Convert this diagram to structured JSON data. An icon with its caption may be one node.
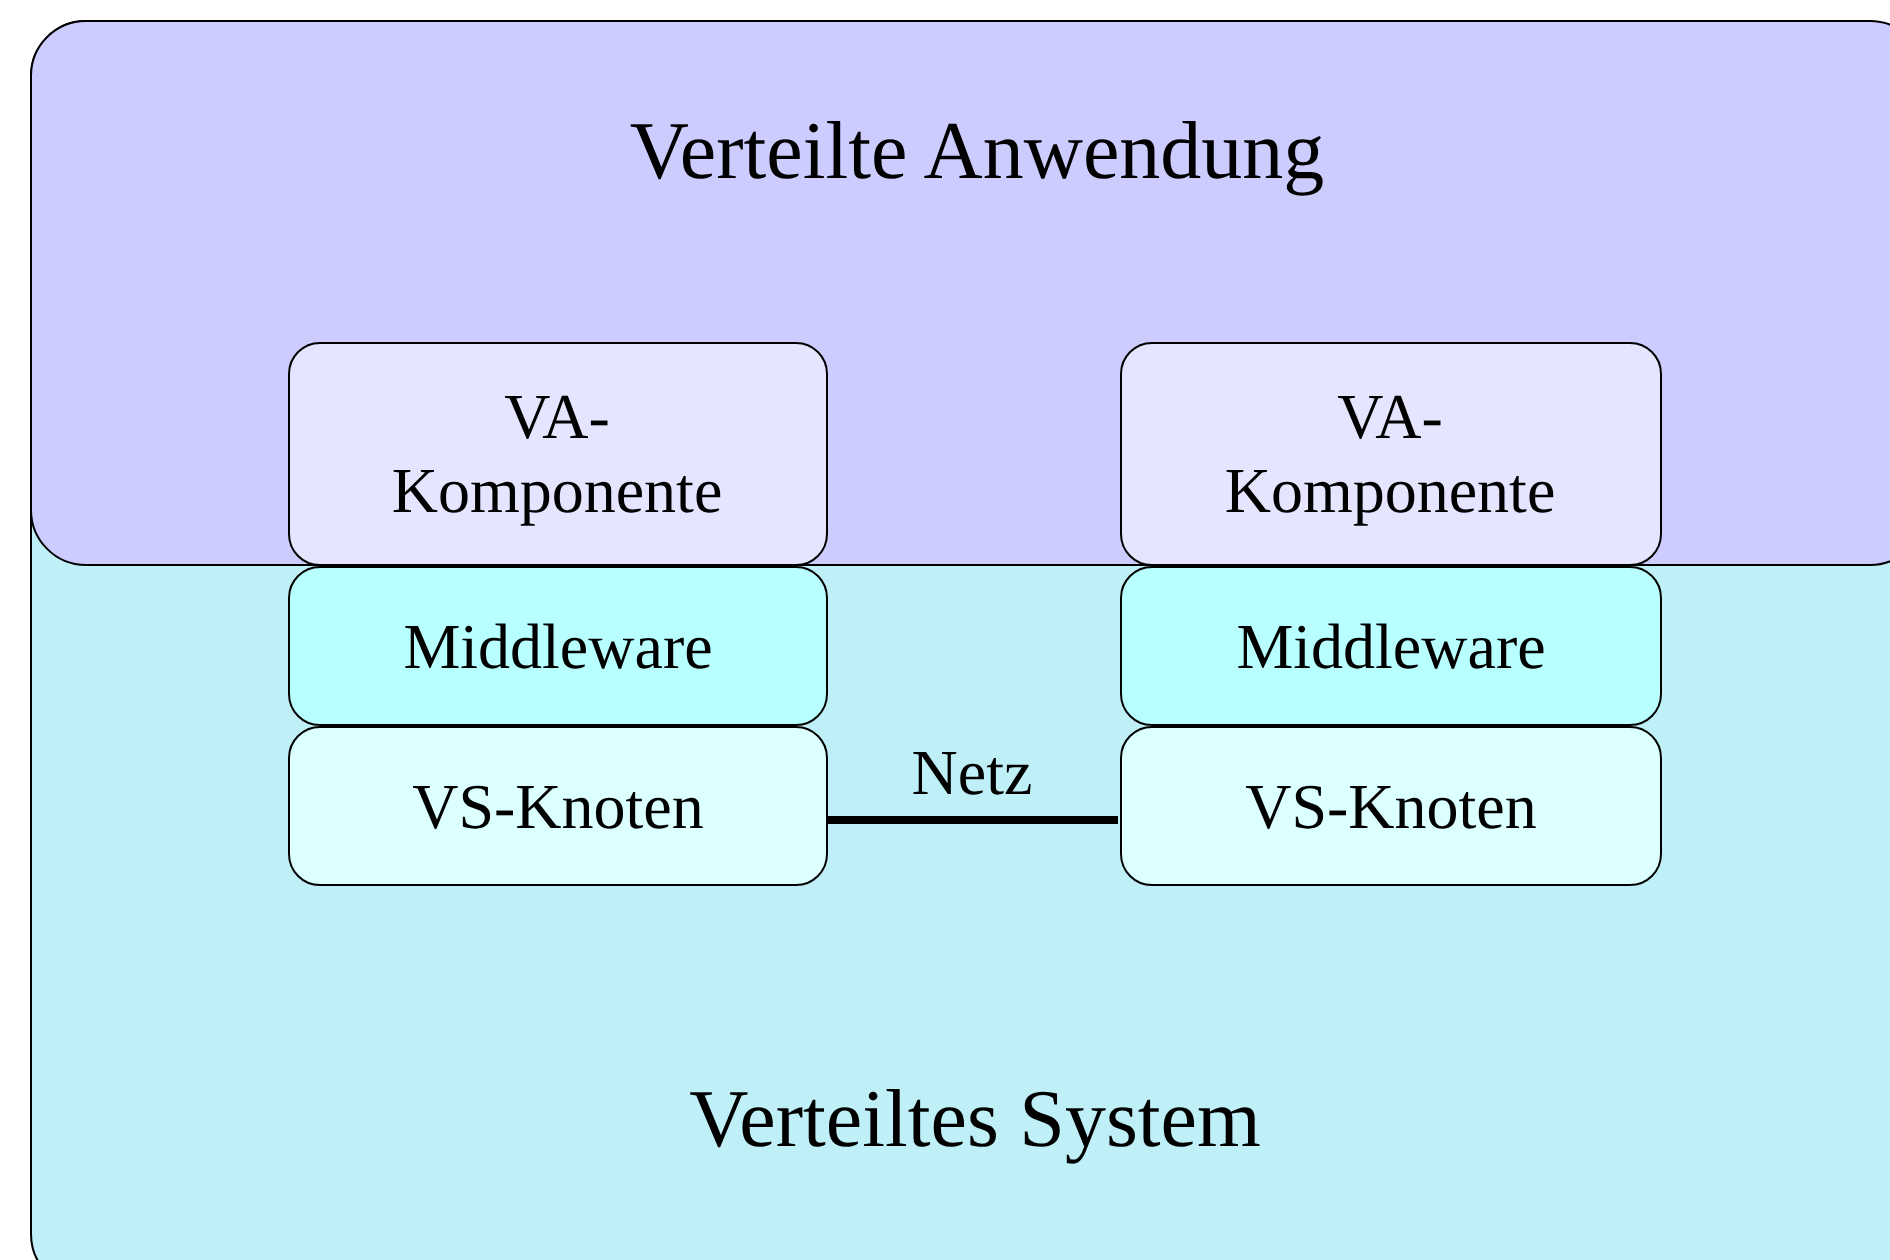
{
  "diagram": {
    "nodes": [
      {
        "text": [
          "Verteilte Anwendung"
        ],
        "in": 3
      },
      {
        "text": [
          "VA- Komponente"
        ],
        "in": 0
      },
      {
        "text": [
          "VA- Komponente"
        ],
        "in": 0
      },
      {
        "text": [
          "Verteiltes System"
        ]
      },
      {
        "text": [
          "Middleware"
        ],
        "in": 3
      },
      {
        "text": [
          "Middleware"
        ],
        "in": 3
      },
      {
        "text": [
          "VS-Knoten"
        ],
        "in": 3
      },
      {
        "text": [
          "VS-Knoten"
        ],
        "in": 3
      }
    ],
    "edges": [
      {
        "from": 6,
        "to": 7,
        "arrow": "none",
        "label": "Netz"
      }
    ]
  }
}
